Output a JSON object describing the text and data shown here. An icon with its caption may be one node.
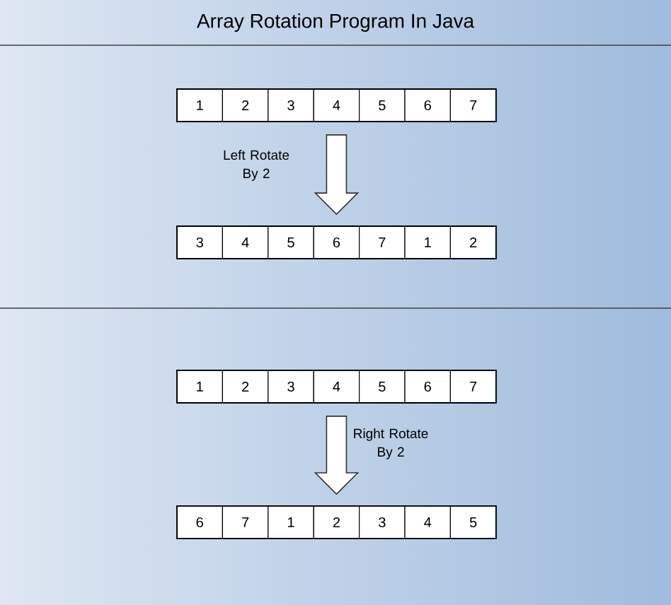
{
  "diagram": {
    "title": "Array Rotation Program In Java",
    "nodes": [
      {
        "text": [],
        "shape": "box"
      },
      {
        "text": [
          "1"
        ],
        "in": 0
      },
      {
        "text": [
          "2"
        ],
        "in": 0
      },
      {
        "text": [
          "3"
        ],
        "in": 0
      },
      {
        "text": [
          "4"
        ],
        "in": 0
      },
      {
        "text": [
          "5"
        ],
        "in": 0
      },
      {
        "text": [
          "6"
        ],
        "in": 0
      },
      {
        "text": [
          "7"
        ],
        "in": 0
      },
      {
        "text": [],
        "shape": "box"
      },
      {
        "text": [
          "3"
        ],
        "in": 8
      },
      {
        "text": [
          "4"
        ],
        "in": 8
      },
      {
        "text": [
          "5"
        ],
        "in": 8
      },
      {
        "text": [
          "6"
        ],
        "in": 8
      },
      {
        "text": [
          "7"
        ],
        "in": 8
      },
      {
        "text": [
          "1"
        ],
        "in": 8
      },
      {
        "text": [
          "2"
        ],
        "in": 8
      },
      {
        "text": [],
        "shape": "box"
      },
      {
        "text": [
          "1"
        ],
        "in": 16
      },
      {
        "text": [
          "2"
        ],
        "in": 16
      },
      {
        "text": [
          "3"
        ],
        "in": 16
      },
      {
        "text": [
          "4"
        ],
        "in": 16
      },
      {
        "text": [
          "5"
        ],
        "in": 16
      },
      {
        "text": [
          "6"
        ],
        "in": 16
      },
      {
        "text": [
          "7"
        ],
        "in": 16
      },
      {
        "text": [],
        "shape": "box"
      },
      {
        "text": [
          "6"
        ],
        "in": 24
      },
      {
        "text": [
          "7"
        ],
        "in": 24
      },
      {
        "text": [
          "1"
        ],
        "in": 24
      },
      {
        "text": [
          "2"
        ],
        "in": 24
      },
      {
        "text": [
          "3"
        ],
        "in": 24
      },
      {
        "text": [
          "4"
        ],
        "in": 24
      },
      {
        "text": [
          "5"
        ],
        "in": 24
      }
    ],
    "edges": [
      {
        "from": 0,
        "to": 8,
        "arrow": "to",
        "label": "Left Rotate By 2"
      },
      {
        "from": 16,
        "to": 24,
        "arrow": "to",
        "label": "Right Rotate By 2"
      }
    ]
  }
}
